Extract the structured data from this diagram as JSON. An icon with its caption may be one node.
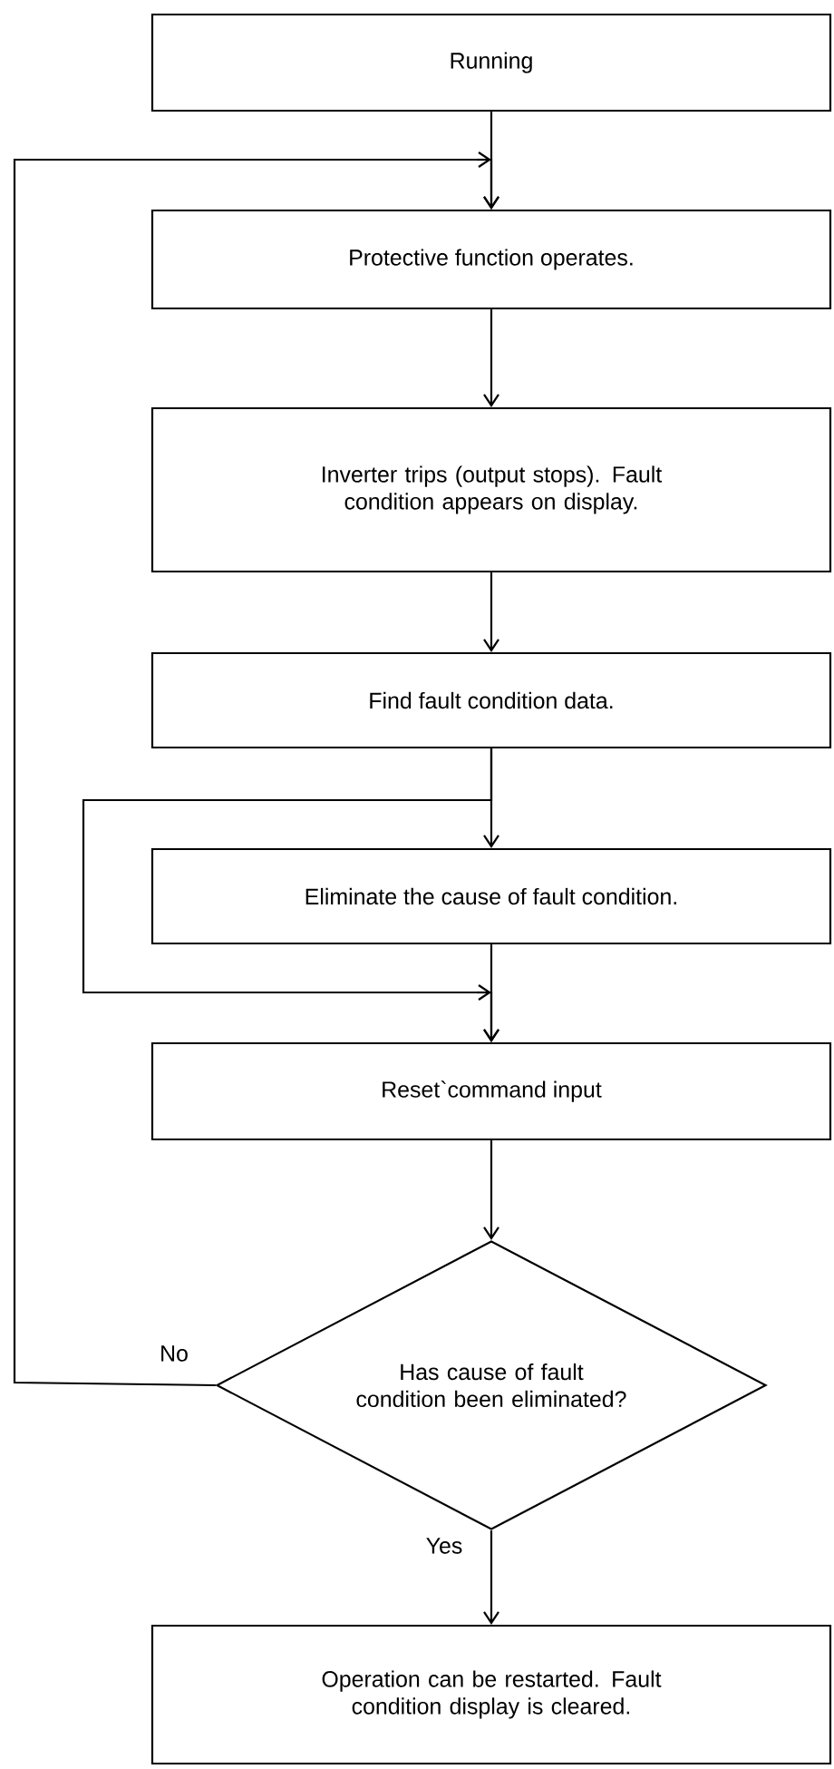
{
  "diagram": {
    "nodes": [
      {
        "text": [
          "Running"
        ]
      },
      {
        "text": [
          "Protective function operates."
        ]
      },
      {
        "text": [
          "Inverter trips (output stops). Fault condition appears on display."
        ]
      },
      {
        "text": [
          "Find fault condition data."
        ]
      },
      {
        "text": [
          "Eliminate the cause of fault condition."
        ]
      },
      {
        "text": [
          "Reset`command input"
        ]
      },
      {
        "text": [
          "Has cause of fault condition been eliminated?"
        ]
      },
      {
        "text": [
          "Operation can be restarted. Fault condition display is cleared."
        ]
      }
    ],
    "edges": [
      {
        "from": 0,
        "to": 1,
        "arrow": "to"
      },
      {
        "from": 1,
        "to": 2,
        "arrow": "to"
      },
      {
        "from": 2,
        "to": 3,
        "arrow": "to"
      },
      {
        "from": 3,
        "to": 4,
        "arrow": "to"
      },
      {
        "from": 4,
        "to": 5,
        "arrow": "to"
      },
      {
        "from": 3,
        "to": 5,
        "arrow": "to"
      },
      {
        "from": 5,
        "to": 6,
        "arrow": "to"
      },
      {
        "from": 6,
        "to": 7,
        "arrow": "to",
        "label": "Yes"
      },
      {
        "from": 6,
        "to": 1,
        "arrow": "to",
        "label": "No"
      }
    ]
  }
}
